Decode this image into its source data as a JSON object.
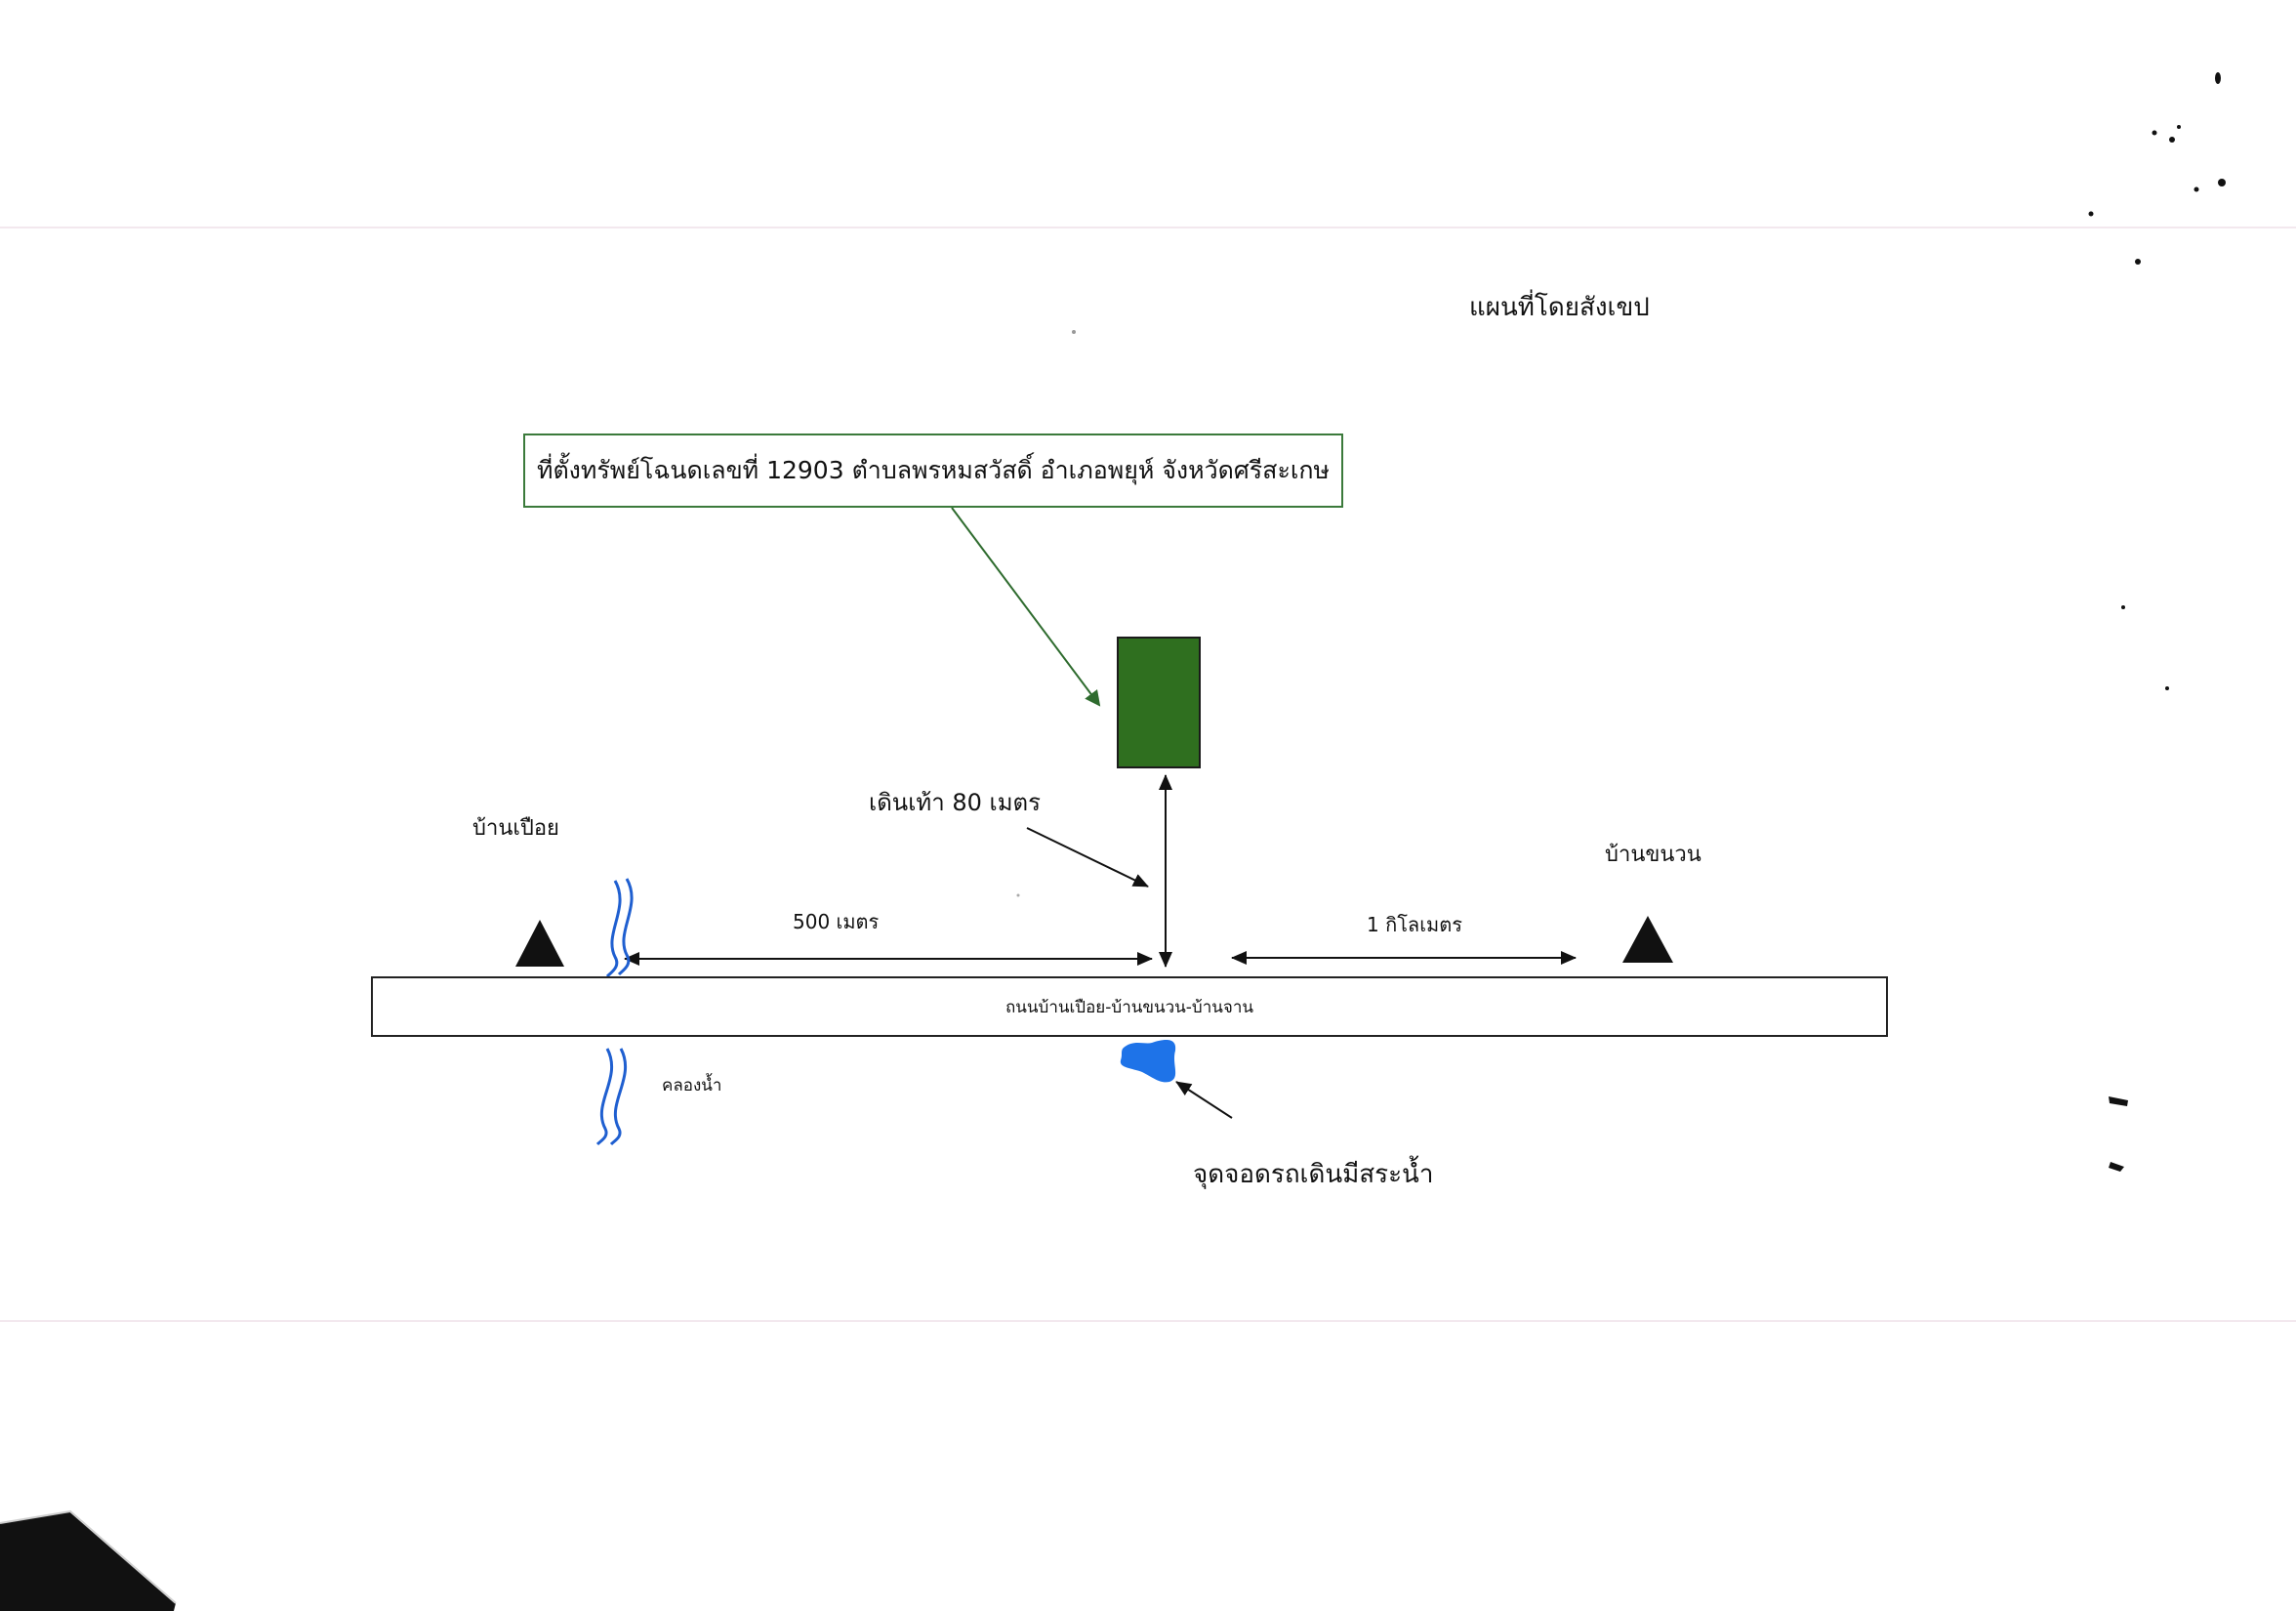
{
  "map": {
    "title": "แผนที่โดยสังเขป",
    "property_callout": "ที่ตั้งทรัพย์โฉนดเลขที่ 12903 ตำบลพรหมสวัสดิ์ อำเภอพยุห์ จังหวัดศรีสะเกษ",
    "road_label": "ถนนบ้านเปือย-บ้านขนวน-บ้านจาน",
    "walk_distance": "เดินเท้า 80 เมตร",
    "village_left": "บ้านเปือย",
    "village_right": "บ้านขนวน",
    "distance_left": "500 เมตร",
    "distance_right": "1 กิโลเมตร",
    "canal_label": "คลองน้ำ",
    "pond_label": "จุดจอดรถเดินมีสระน้ำ"
  },
  "colors": {
    "property_fill": "#2f6f1f",
    "callout_border": "#3b7a3b",
    "callout_arrow": "#2e6b2e",
    "water": "#1f5fd0",
    "pond": "#1e73e8"
  },
  "icons": {
    "village_marker": "triangle-icon",
    "canal": "water-wave-icon",
    "pond": "pond-icon"
  }
}
